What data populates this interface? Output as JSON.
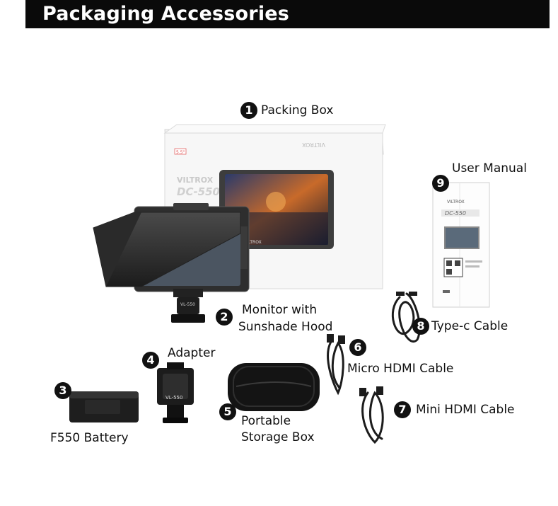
{
  "header": {
    "title": "Packaging Accessories"
  },
  "box_print": {
    "model_series": "VILTROX",
    "model": "DC-550",
    "size_badge": "5.5\"",
    "side_brand": "VILTROX",
    "screen_brand": "VILTROX"
  },
  "manual_print": {
    "brand": "VILTROX",
    "model": "DC-550"
  },
  "hardware_print": {
    "mount_text": "VL-550",
    "adapter_text": "VL-550"
  },
  "items": [
    {
      "number": "1",
      "label": "Packing Box"
    },
    {
      "number": "2",
      "label_line1": "Monitor with",
      "label_line2": "Sunshade Hood"
    },
    {
      "number": "3",
      "label": "F550 Battery"
    },
    {
      "number": "4",
      "label": "Adapter"
    },
    {
      "number": "5",
      "label_line1": "Portable",
      "label_line2": "Storage Box"
    },
    {
      "number": "6",
      "label": "Micro HDMI Cable"
    },
    {
      "number": "7",
      "label": "Mini HDMI Cable"
    },
    {
      "number": "8",
      "label": "Type-c Cable"
    },
    {
      "number": "9",
      "label": "User Manual"
    }
  ],
  "colors": {
    "header_bg": "#0a0a0a",
    "badge_bg": "#111111",
    "text": "#111111",
    "background": "#ffffff"
  }
}
